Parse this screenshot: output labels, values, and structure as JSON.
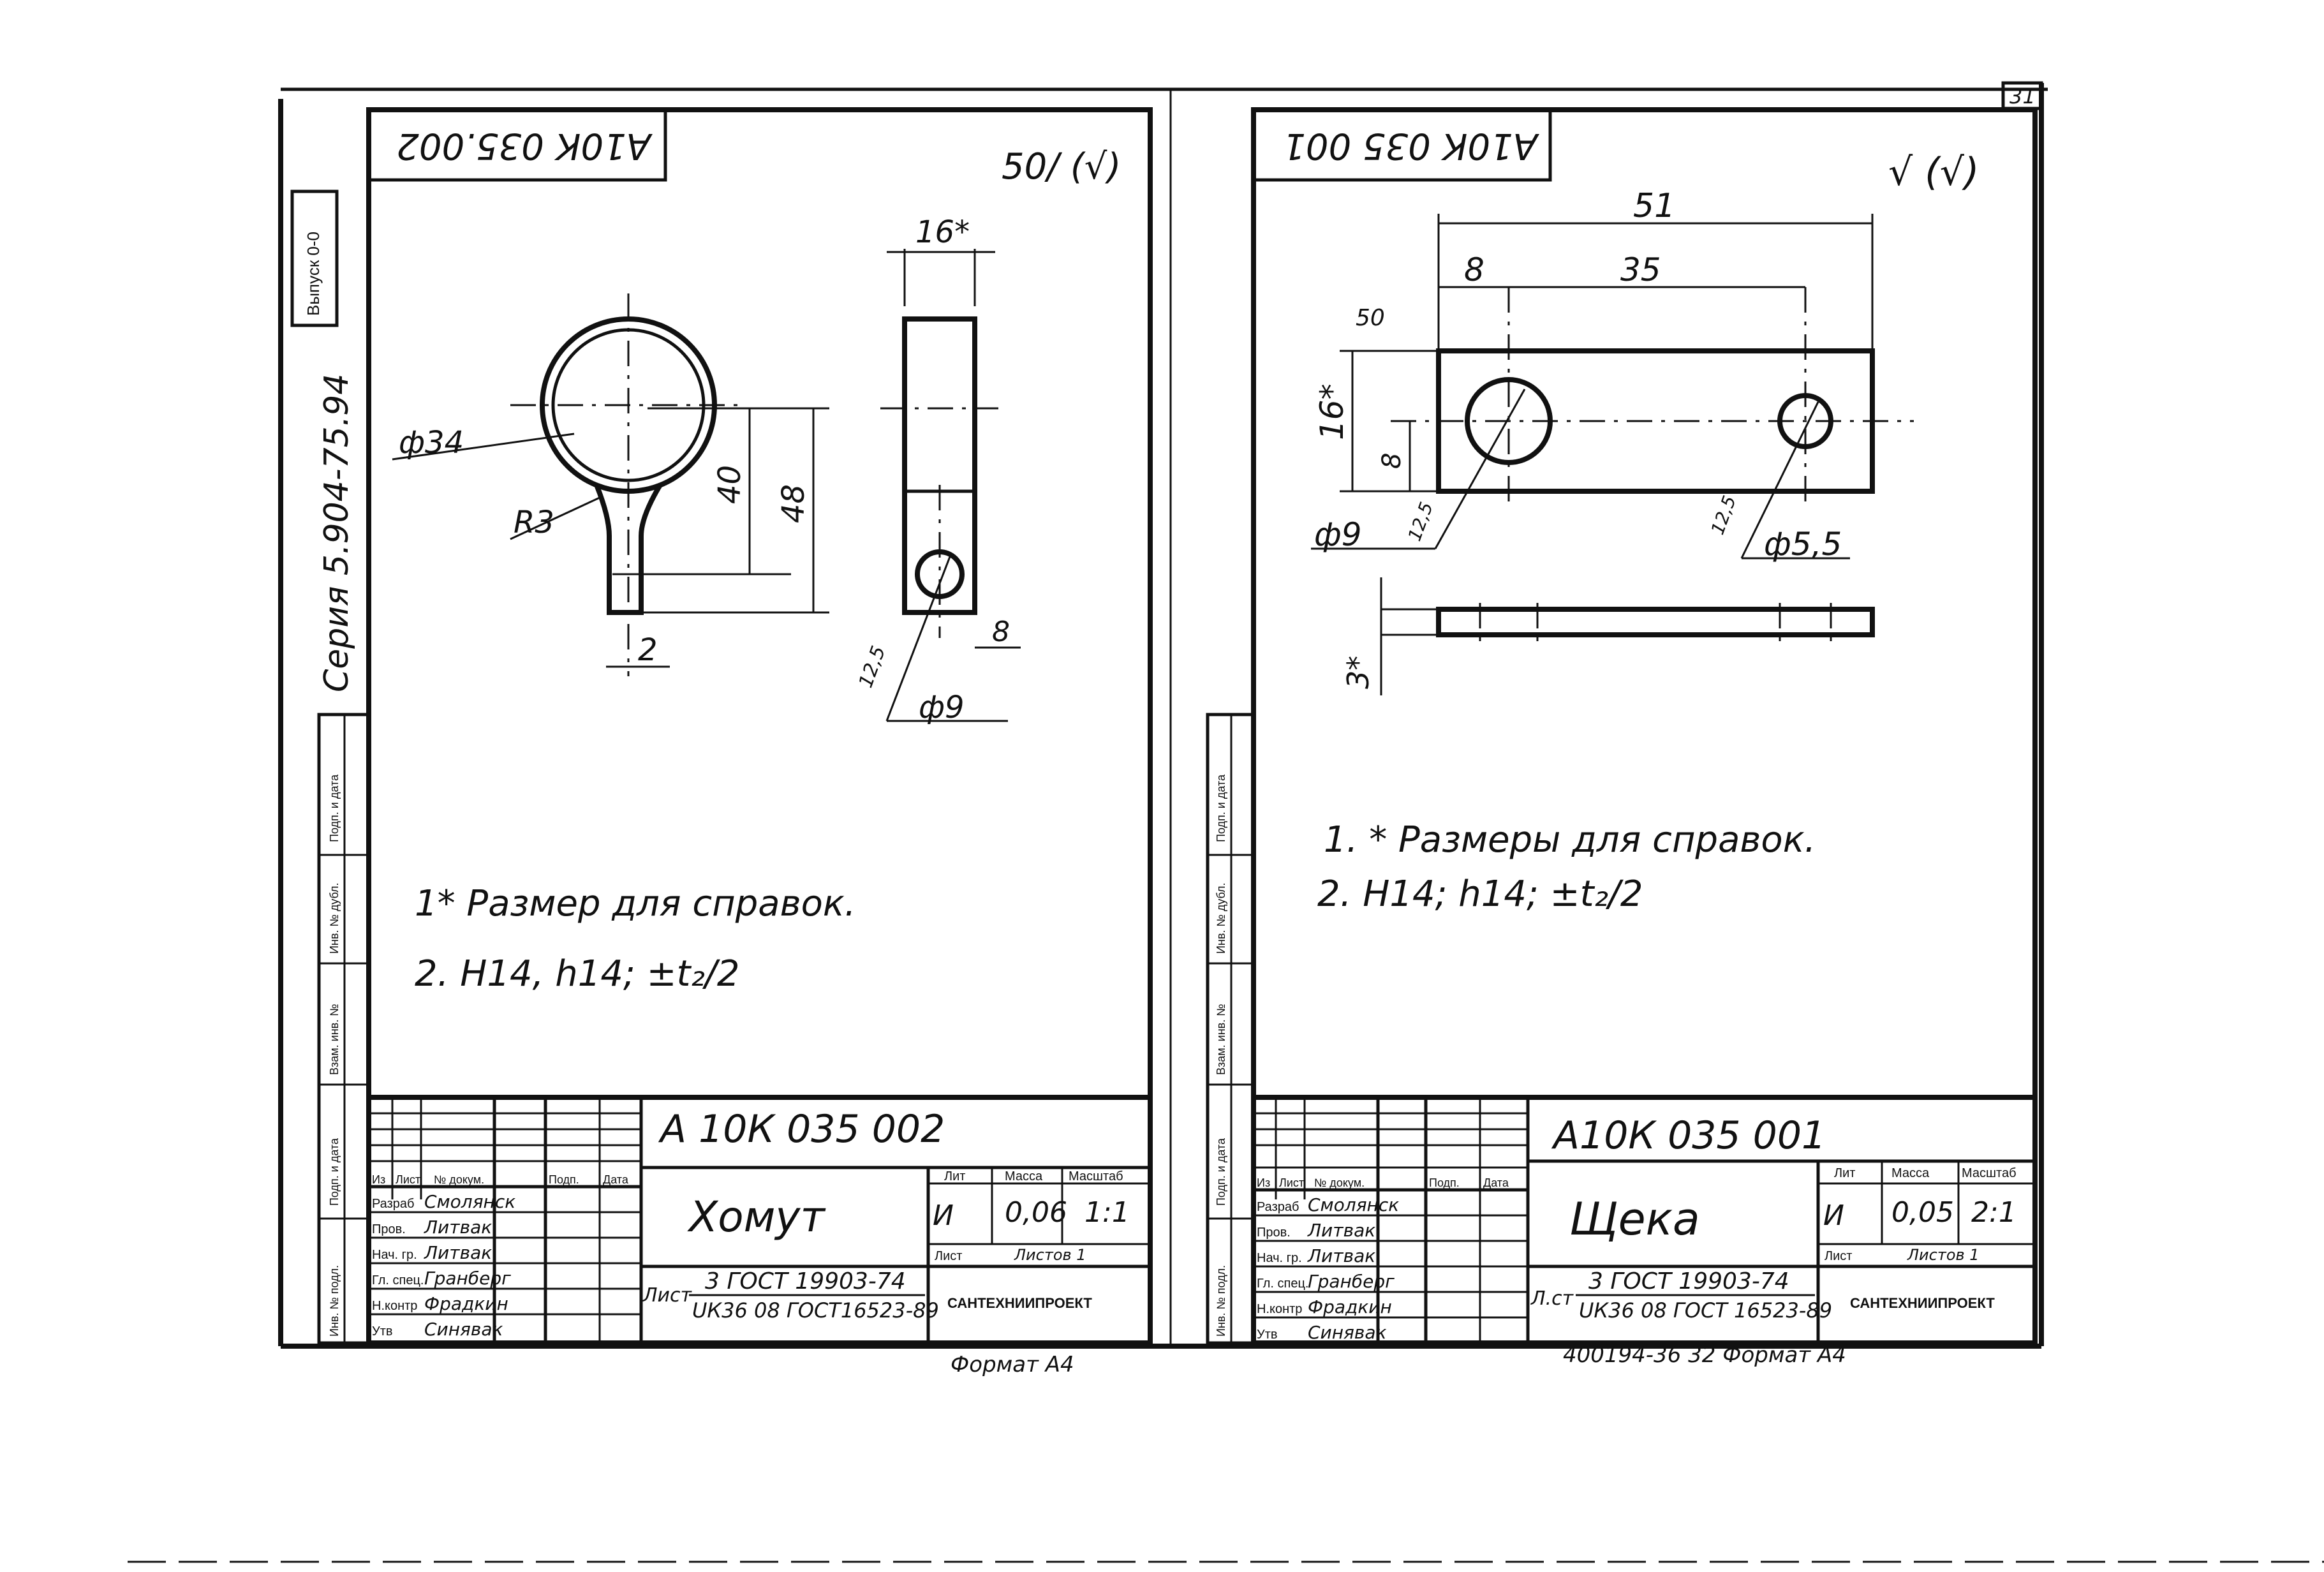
{
  "page_number": "31",
  "series_label": "Серия 5.904-75.94",
  "side_stamp": "Выпуск 0-0",
  "left_sheet": {
    "code_rotated": "А10К 035.002",
    "roughness_general": "50/ (√)",
    "dims": {
      "diameter_ring": "ф34",
      "radius": "R3",
      "height_40": "40",
      "height_48": "48",
      "thickness_2": "2",
      "width_16": "16*",
      "hole_dia": "ф9",
      "edge_8": "8",
      "roughness_hole": "12,5"
    },
    "notes": [
      "1* Размер для справок.",
      "2. Н14, h14; ±t₂/2"
    ],
    "title_code": "А 10К 035 002",
    "part_name": "Хомут",
    "stage": "И",
    "mass": "0,06",
    "scale": "1:1",
    "sheet_label": "Лист",
    "sheets_label": "Листов 1",
    "material_line1": "3 ГОСТ 19903-74",
    "material_line2": "UК36 08 ГОСТ16523-89",
    "material_prefix": "Лист",
    "org": "САНТЕХНИИПРОЕКТ",
    "format": "Формат А4",
    "col_headers": [
      "Лит",
      "Масса",
      "Масштаб"
    ],
    "stamp_headers": [
      "Из",
      "Лист",
      "№ докум.",
      "Подп.",
      "Дата"
    ],
    "stamp_rows": [
      {
        "role": "Разраб",
        "name": "Смолянск"
      },
      {
        "role": "Пров.",
        "name": "Литвак"
      },
      {
        "role": "Нач. гр.",
        "name": "Литвак"
      },
      {
        "role": "Гл. спец.",
        "name": "Гранберг"
      },
      {
        "role": "Н.контр",
        "name": "Фрадкин"
      },
      {
        "role": "Утв",
        "name": "Синявак"
      }
    ]
  },
  "right_sheet": {
    "code_rotated": "А10К 035 001",
    "roughness_general": "√ (√)",
    "dims": {
      "length_51": "51",
      "offset_8": "8",
      "span_35": "35",
      "height_16": "16*",
      "center_8": "8",
      "hole_big": "ф9",
      "hole_small": "ф5,5",
      "thickness_3": "3*",
      "roughness_side": "50",
      "roughness_hole1": "12,5",
      "roughness_hole2": "12,5"
    },
    "notes": [
      "1. * Размеры для справок.",
      "2. Н14; h14; ±t₂/2"
    ],
    "title_code": "А10К 035 001",
    "part_name": "Щека",
    "stage": "И",
    "mass": "0,05",
    "scale": "2:1",
    "sheet_label": "Лист",
    "sheets_label": "Листов 1",
    "material_line1": "3 ГОСТ 19903-74",
    "material_line2": "UК36 08 ГОСТ 16523-89",
    "material_prefix": "Л.ст",
    "org": "САНТЕХНИИПРОЕКТ",
    "format": "400194-36 32 Формат А4",
    "col_headers": [
      "Лит",
      "Масса",
      "Масштаб"
    ],
    "stamp_headers": [
      "Из",
      "Лист",
      "№ докум.",
      "Подп.",
      "Дата"
    ],
    "stamp_rows": [
      {
        "role": "Разраб",
        "name": "Смолянск"
      },
      {
        "role": "Пров.",
        "name": "Литвак"
      },
      {
        "role": "Нач. гр.",
        "name": "Литвак"
      },
      {
        "role": "Гл. спец.",
        "name": "Гранберг"
      },
      {
        "role": "Н.контр",
        "name": "Фрадкин"
      },
      {
        "role": "Утв",
        "name": "Синявак"
      }
    ]
  },
  "side_columns": [
    "Подп. и дата",
    "Инв. № дубл.",
    "Взам. инв. №",
    "Подп. и дата",
    "Инв. № подл."
  ]
}
